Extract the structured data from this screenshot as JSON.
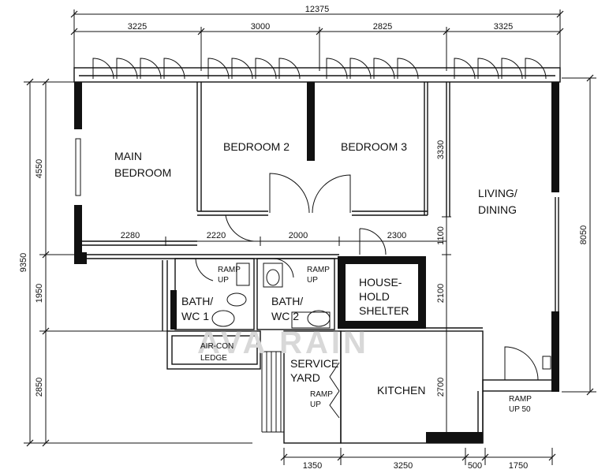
{
  "plan": {
    "dimensions": {
      "overall_width": "12375",
      "top": [
        "3225",
        "3000",
        "2825",
        "3325"
      ],
      "left_overall": "9350",
      "left": [
        "4550",
        "1950",
        "2850"
      ],
      "right_overall": "8050",
      "interior_left": [
        "2280",
        "2220",
        "2000",
        "2300"
      ],
      "interior_vertical": [
        "3330",
        "1100",
        "2100",
        "2700"
      ],
      "bottom": [
        "1350",
        "3250",
        "500",
        "1750"
      ]
    },
    "rooms": {
      "main_bedroom": [
        "MAIN",
        "BEDROOM"
      ],
      "bedroom2": "BEDROOM  2",
      "bedroom3": "BEDROOM  3",
      "living": [
        "LIVING/",
        "DINING"
      ],
      "bath1": [
        "BATH/",
        "WC  1"
      ],
      "bath2": [
        "BATH/",
        "WC  2"
      ],
      "shelter": [
        "HOUSE-",
        "HOLD",
        "SHELTER"
      ],
      "aircon": [
        "AIR-CON",
        "LEDGE"
      ],
      "service": [
        "SERVICE",
        "YARD"
      ],
      "kitchen": "KITCHEN"
    },
    "ramps": {
      "bath1": [
        "RAMP",
        "UP"
      ],
      "bath2": [
        "RAMP",
        "UP"
      ],
      "service": [
        "RAMP",
        "UP"
      ],
      "entrance": [
        "RAMP",
        "UP 50"
      ]
    },
    "watermark": "AVA RAIN"
  }
}
